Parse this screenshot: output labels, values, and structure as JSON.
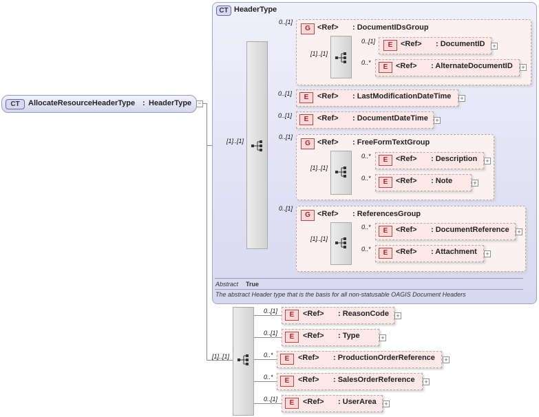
{
  "root": {
    "badge": "CT",
    "name": "AllocateResourceHeaderType",
    "type_sep": ":",
    "type": "HeaderType"
  },
  "header_type": {
    "badge": "CT",
    "title": "HeaderType",
    "abstract_label": "Abstract",
    "abstract_value": "True",
    "doc": "The abstract Header type that is the basis for all non-statusable OAGIS Document Headers"
  },
  "cards": {
    "zero_one": "0..[1]",
    "one_one": "[1]..[1]",
    "zero_many": "0..*"
  },
  "ref": "<Ref>",
  "g_badge": "G",
  "e_badge": "E",
  "groups": {
    "docids": {
      "name": ": DocumentIDsGroup",
      "el1": ": DocumentID",
      "el2": ": AlternateDocumentID"
    },
    "lastmod": {
      "name": ": LastModificationDateTime"
    },
    "docdate": {
      "name": ": DocumentDateTime"
    },
    "freeform": {
      "name": ": FreeFormTextGroup",
      "el1": ": Description",
      "el2": ": Note"
    },
    "refs": {
      "name": ": ReferencesGroup",
      "el1": ": DocumentReference",
      "el2": ": Attachment"
    }
  },
  "ext": {
    "reason": ": ReasonCode",
    "type": ": Type",
    "prod": ": ProductionOrderReference",
    "sales": ": SalesOrderReference",
    "user": ": UserArea"
  },
  "icons": {
    "sequence": "sequence-icon",
    "expand": "plus-icon",
    "collapse": "minus-icon"
  }
}
